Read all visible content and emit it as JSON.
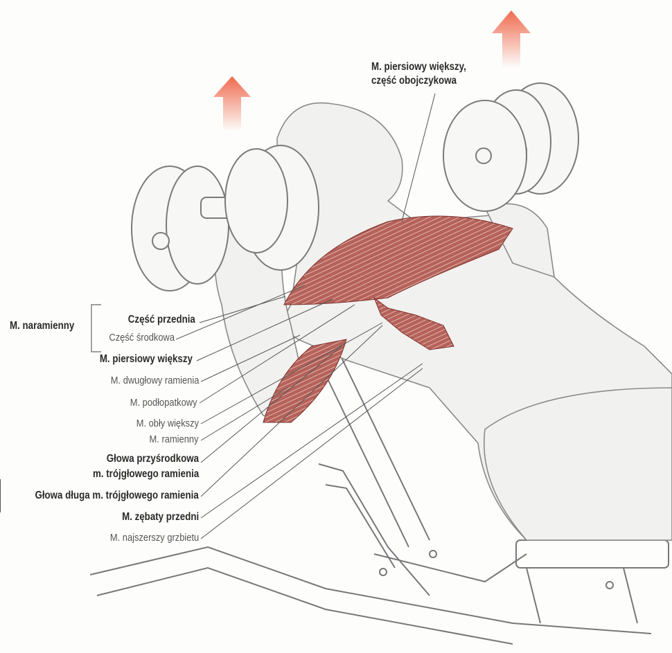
{
  "title_label": {
    "line1": "M. piersiowy większy,",
    "line2": "część obojczykowa"
  },
  "deltoid": {
    "group": "M. naramienny",
    "anterior": "Część przednia",
    "middle": "Część środkowa"
  },
  "labels": {
    "pectoralis_major": "M. piersiowy większy",
    "biceps": "M. dwugłowy ramienia",
    "subscapularis": "M. podłopatkowy",
    "teres_major": "M. obły większy",
    "brachialis": "M. ramienny",
    "triceps_medial_1": "Głowa przyśrodkowa",
    "triceps_medial_2": "m. trójgłowego ramienia",
    "triceps_long": "Głowa długa m. trójgłowego ramienia",
    "serratus": "M. zębaty przedni",
    "latissimus": "M. najszerszy grzbietu"
  },
  "colors": {
    "muscle": "#a8534a",
    "muscle_dark": "#7a2e28",
    "arrow": "#ef6a4e",
    "line": "#555555"
  }
}
